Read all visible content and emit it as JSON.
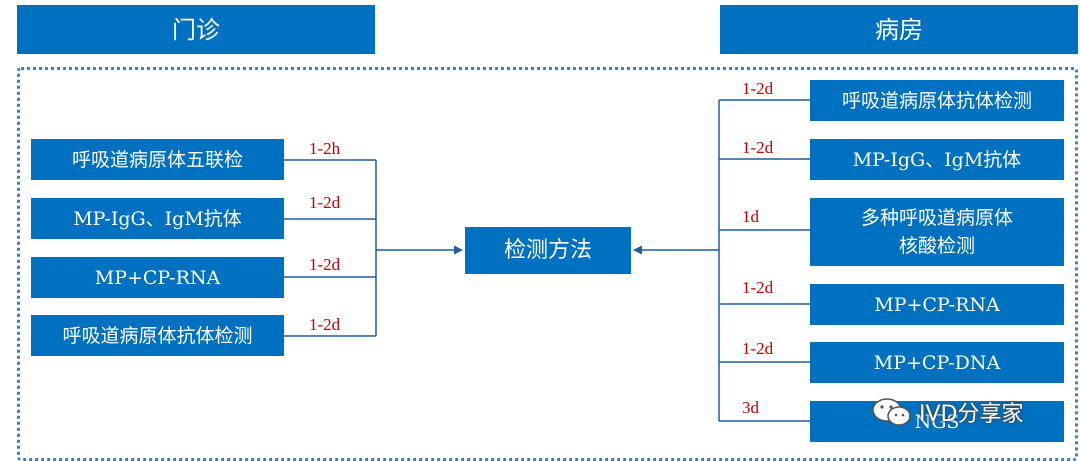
{
  "headers": {
    "left": "门诊",
    "right": "病房"
  },
  "center": {
    "label": "检测方法"
  },
  "outpatient": [
    {
      "label": "呼吸道病原体五联检",
      "time": "1-2h"
    },
    {
      "label": "MP-IgG、IgM抗体",
      "time": "1-2d"
    },
    {
      "label": "MP+CP-RNA",
      "time": "1-2d"
    },
    {
      "label": "呼吸道病原体抗体检测",
      "time": "1-2d"
    }
  ],
  "ward": [
    {
      "label": "呼吸道病原体抗体检测",
      "time": "1-2d"
    },
    {
      "label": "MP-IgG、IgM抗体",
      "time": "1-2d"
    },
    {
      "label": "多种呼吸道病原体\n核酸检测",
      "time": "1d"
    },
    {
      "label": "MP+CP-RNA",
      "time": "1-2d"
    },
    {
      "label": "MP+CP-DNA",
      "time": "1-2d"
    },
    {
      "label": "NGS",
      "time": "3d"
    }
  ],
  "watermark": "IVD分享家",
  "colors": {
    "box": "#0070c0",
    "time_label": "#c00000",
    "frame": "#3f7fc2",
    "lines": "#1f5fa0"
  }
}
